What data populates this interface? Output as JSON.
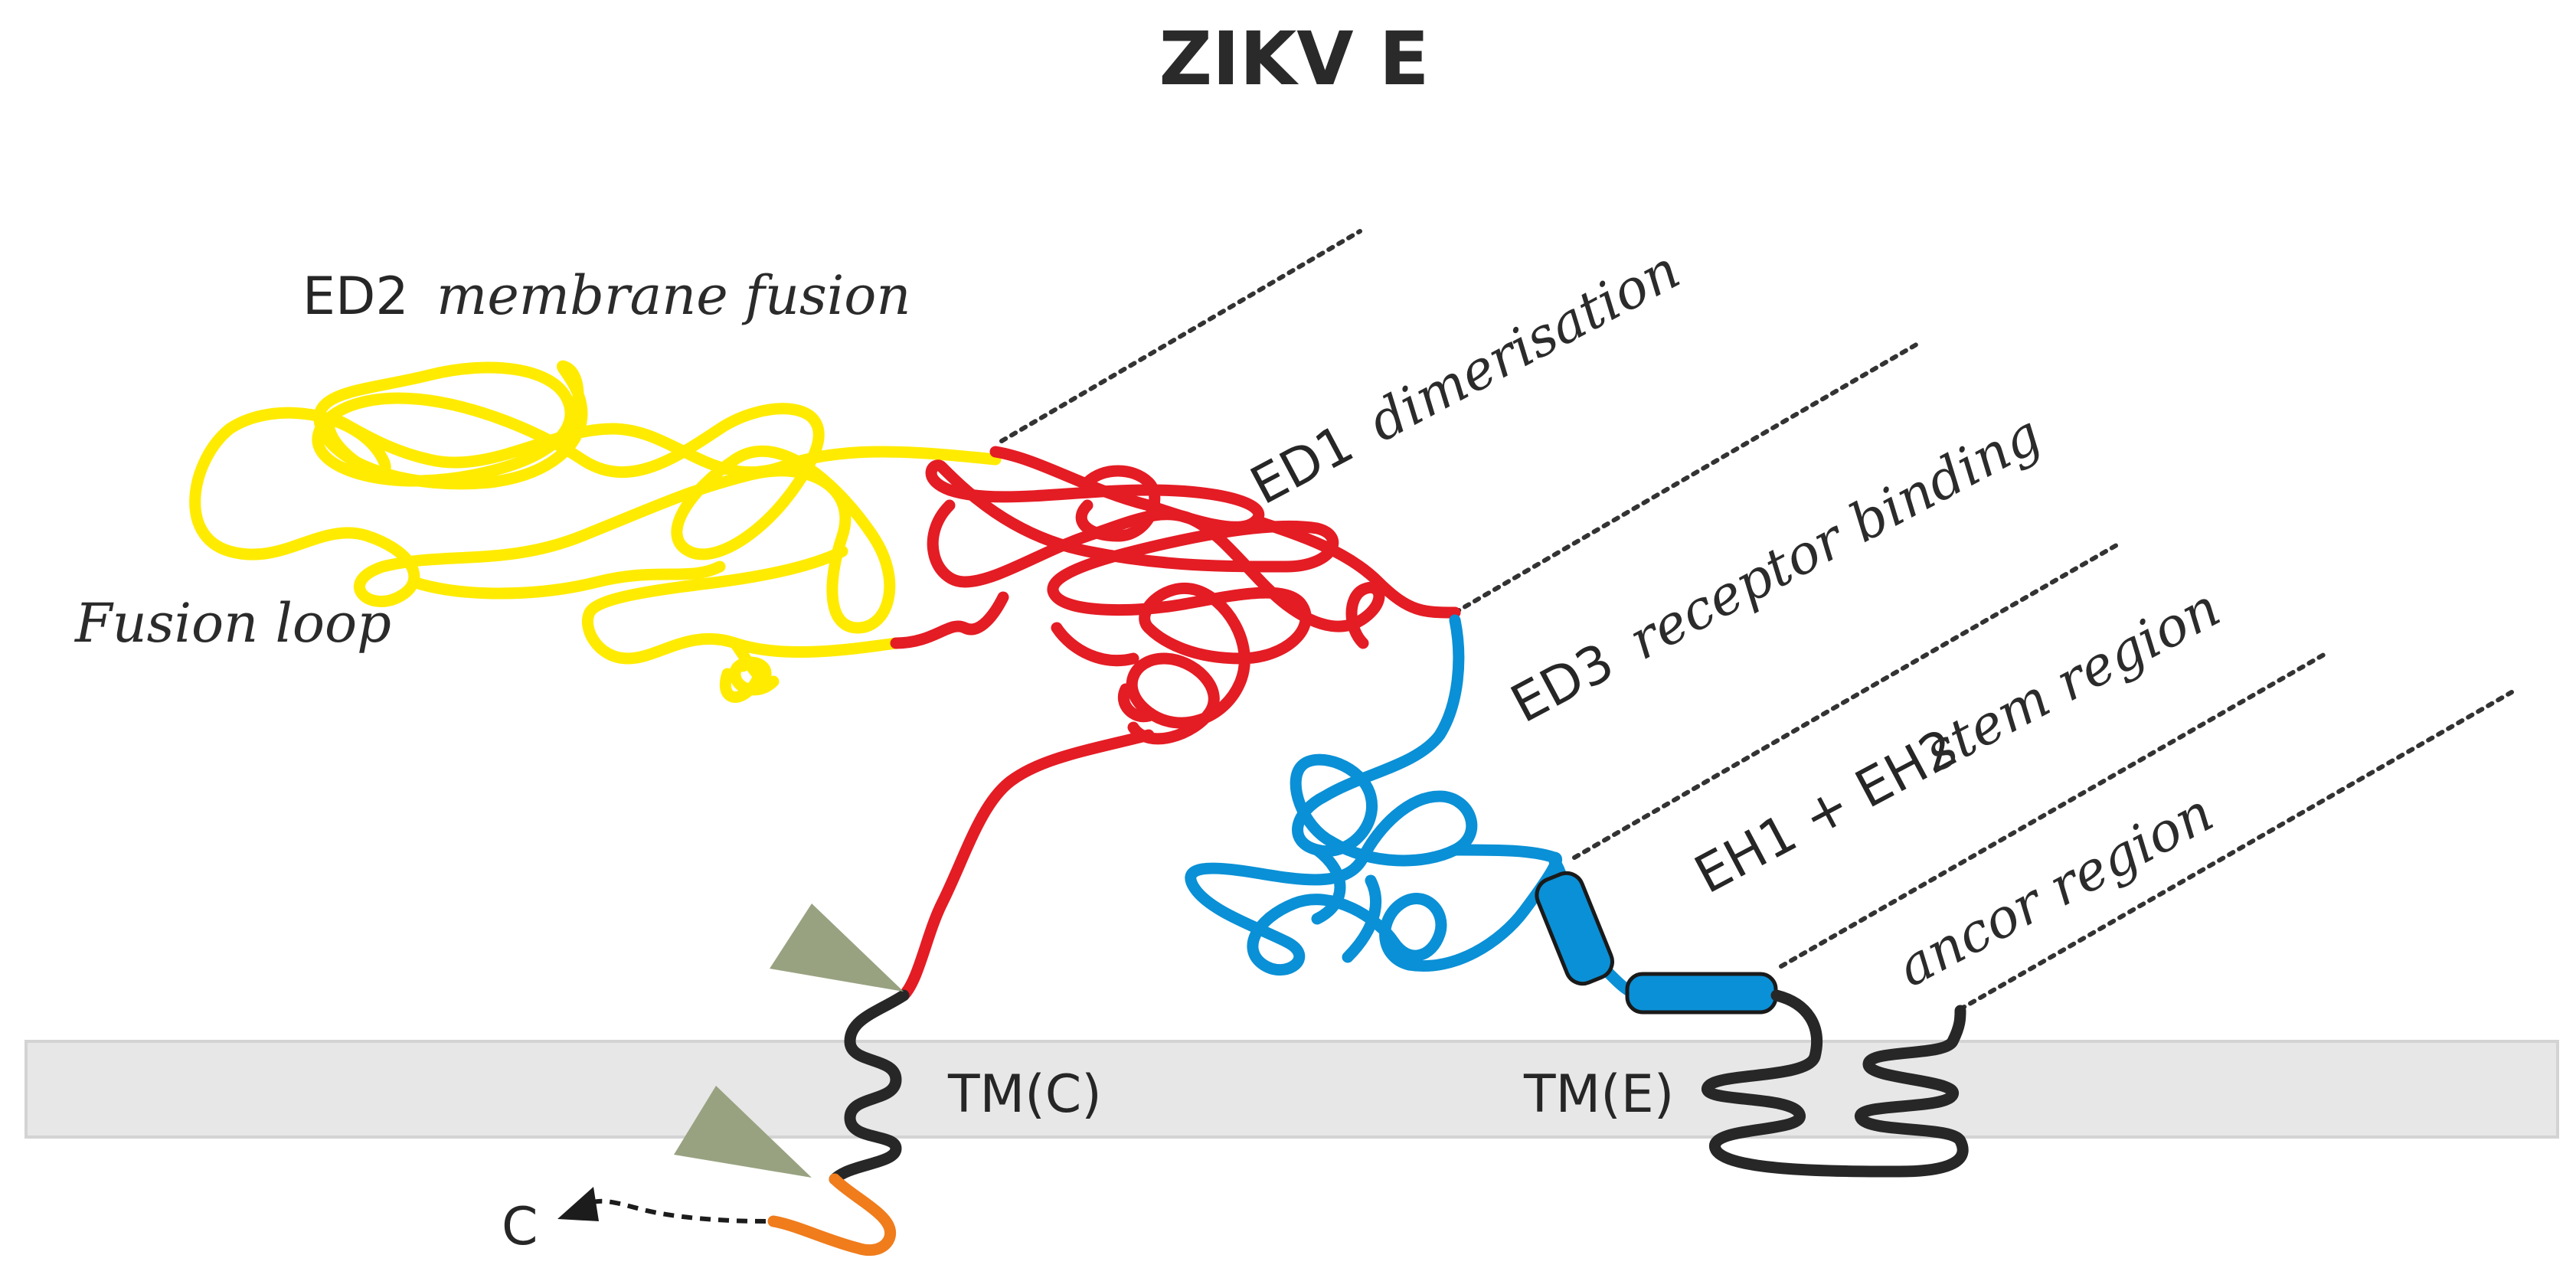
{
  "title": "ZIKV E",
  "domains": {
    "ed2": {
      "code": "ED2",
      "function": "membrane fusion"
    },
    "ed1": {
      "code": "ED1",
      "function": "dimerisation"
    },
    "ed3": {
      "code": "ED3",
      "function": "receptor binding"
    },
    "stem": {
      "code": "EH1 + EH2",
      "function": "stem region"
    },
    "anchor": {
      "function": "ancor region"
    }
  },
  "fusion_loop": "Fusion loop",
  "transmembrane": {
    "tm_c": "TM(C)",
    "tm_e": "TM(E)"
  },
  "c_terminus": "C",
  "colors": {
    "ed2": "#ffeb00",
    "ed1": "#e41c24",
    "ed3": "#0a90d6",
    "transmembrane": "#272727",
    "c_tail": "#f07c1c",
    "cleavage_marker": "#98a281",
    "membrane": "#e7e7e7",
    "membrane_border": "#d3d3d3"
  }
}
